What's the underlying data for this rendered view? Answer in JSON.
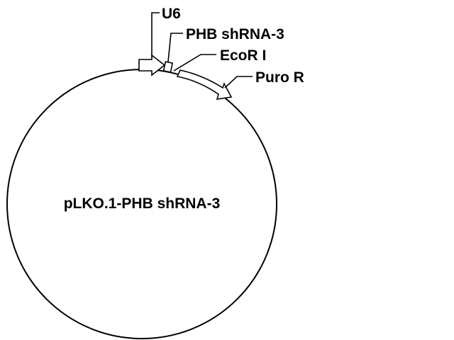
{
  "plasmid": {
    "name": "pLKO.1-PHB shRNA-3"
  },
  "features": {
    "u6": "U6",
    "shrna": "PHB shRNA-3",
    "ecori": "EcoR I",
    "puro": "Puro R"
  },
  "colors": {
    "line": "#000000",
    "background": "#ffffff"
  }
}
